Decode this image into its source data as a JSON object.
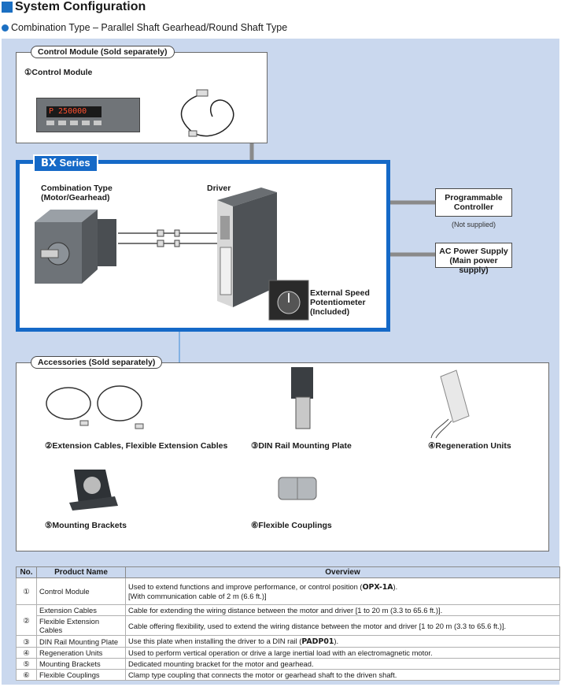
{
  "header": {
    "title": "System Configuration",
    "subtitle": "Combination Type – Parallel Shaft Gearhead/Round Shaft Type"
  },
  "control_module_box": {
    "tag": "Control Module (Sold separately)",
    "item_label": "①Control Module",
    "display_text": "P 250000"
  },
  "bx_series": {
    "tag_bold": "BX",
    "tag_rest": " Series",
    "motor_label_line1": "Combination Type",
    "motor_label_line2": "(Motor/Gearhead)",
    "driver_label": "Driver",
    "pot_label_line1": "External Speed",
    "pot_label_line2": "Potentiometer",
    "pot_label_line3": "(Included)"
  },
  "right_boxes": {
    "plc_line1": "Programmable",
    "plc_line2": "Controller",
    "plc_note": "(Not supplied)",
    "ac_line1": "AC Power Supply",
    "ac_line2": "(Main power supply)"
  },
  "accessories": {
    "tag": "Accessories (Sold separately)",
    "items": [
      {
        "label": "②Extension Cables, Flexible Extension Cables"
      },
      {
        "label": "③DIN Rail Mounting Plate"
      },
      {
        "label": "④Regeneration Units"
      },
      {
        "label": "⑤Mounting Brackets"
      },
      {
        "label": "⑥Flexible Couplings"
      }
    ]
  },
  "table": {
    "headers": [
      "No.",
      "Product Name",
      "Overview"
    ],
    "rows": [
      {
        "no": "①",
        "name": "Control Module",
        "overview_1": "Used to extend functions and improve performance, or control position (",
        "overview_bold": "OPX-1A",
        "overview_2": ").",
        "overview_line2": "[With communication cable of 2 m (6.6 ft.)]"
      },
      {
        "no": "②",
        "name": "Extension Cables",
        "overview": "Cable for extending the wiring distance between the motor and driver [1 to 20 m (3.3 to 65.6 ft.)]."
      },
      {
        "name": "Flexible Extension Cables",
        "overview": "Cable offering flexibility, used to extend the wiring distance between the motor and driver [1 to 20 m (3.3 to 65.6 ft.)]."
      },
      {
        "no": "③",
        "name": "DIN Rail Mounting Plate",
        "overview_1": "Use this plate when installing the driver to a DIN rail (",
        "overview_bold": "PADP01",
        "overview_2": ")."
      },
      {
        "no": "④",
        "name": "Regeneration Units",
        "overview": "Used to perform vertical operation or drive a large inertial load with an electromagnetic motor."
      },
      {
        "no": "⑤",
        "name": "Mounting Brackets",
        "overview": "Dedicated mounting bracket for the motor and gearhead."
      },
      {
        "no": "⑥",
        "name": "Flexible Couplings",
        "overview": "Clamp type coupling that connects the motor or gearhead shaft to the driven shaft."
      }
    ]
  },
  "colors": {
    "accent": "#1569c7",
    "panel_bg": "#cad8ee"
  }
}
